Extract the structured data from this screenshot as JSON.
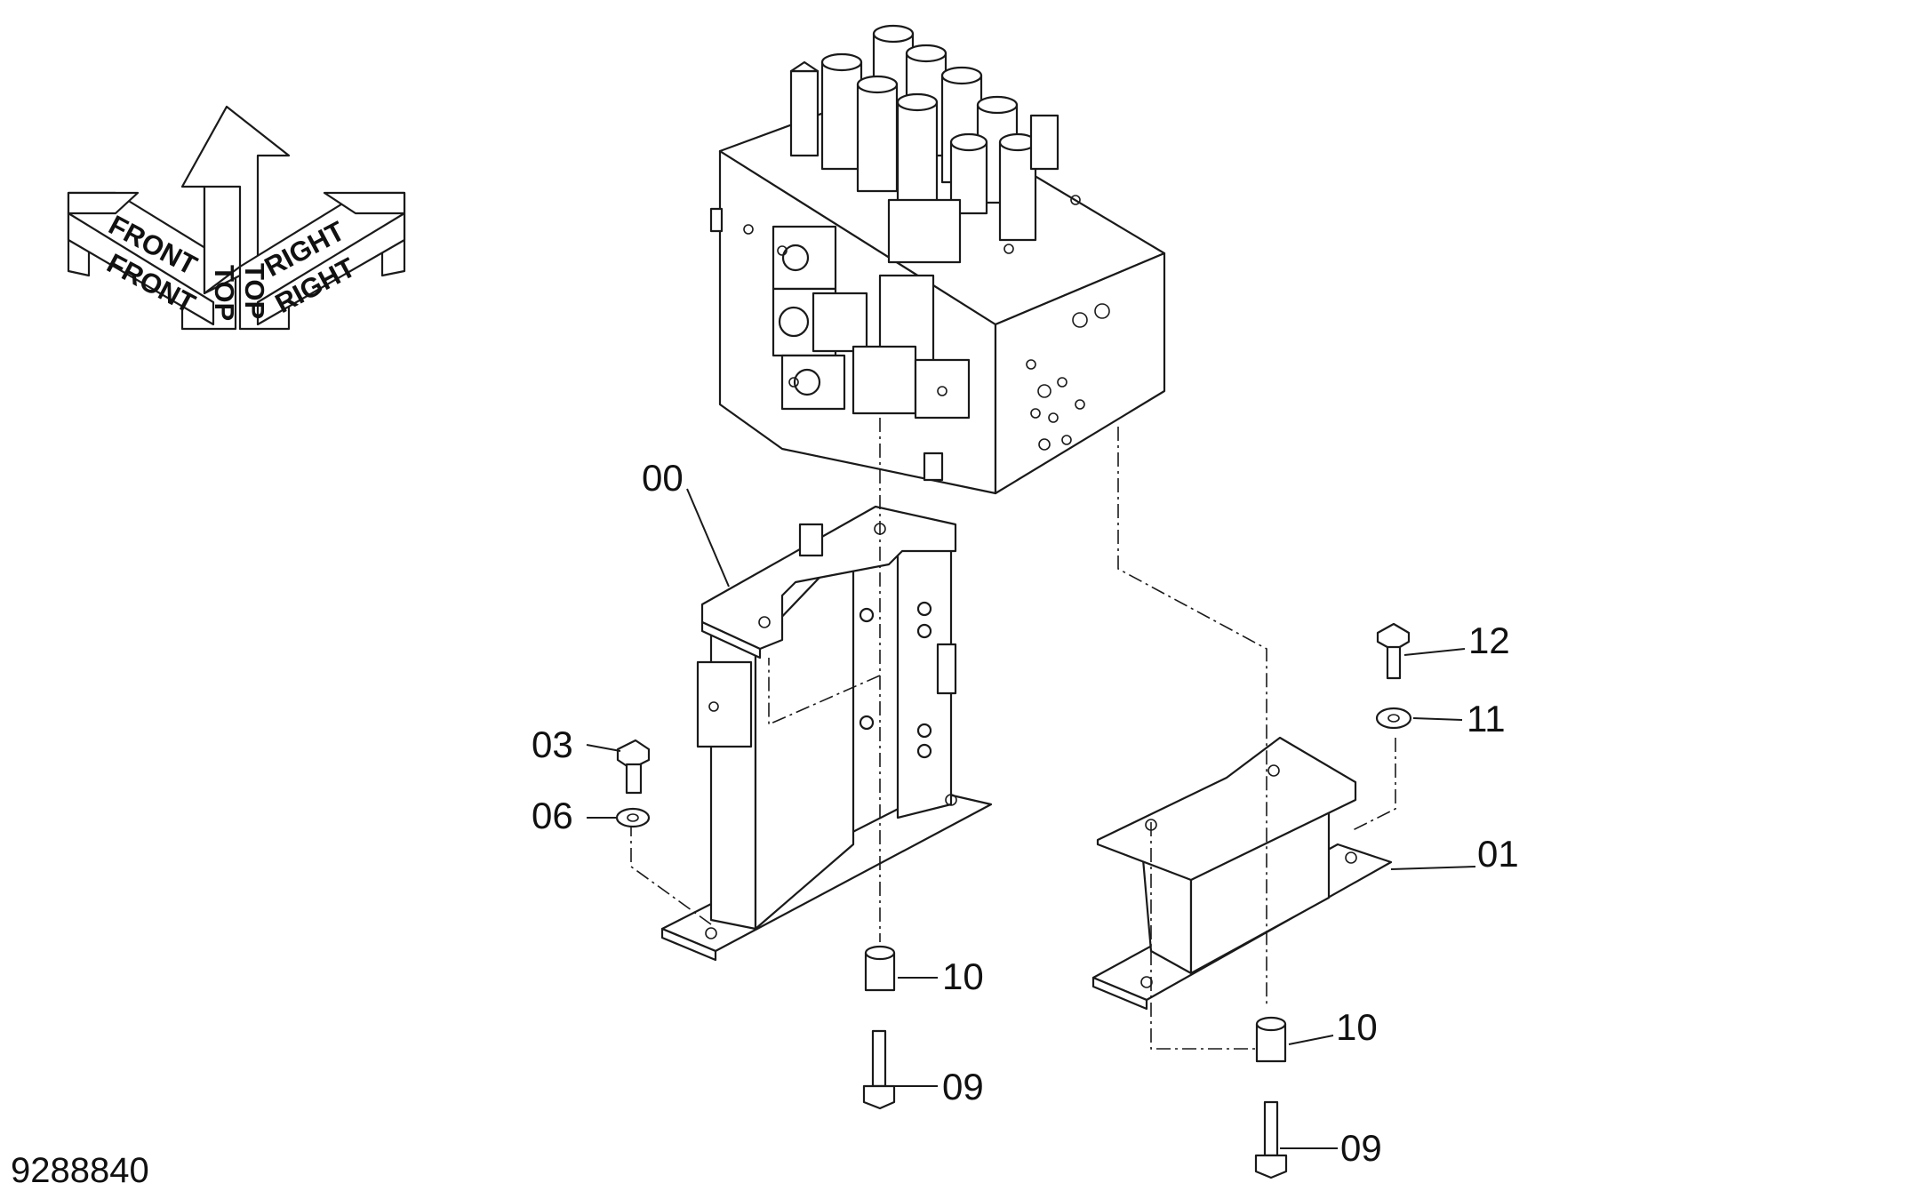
{
  "orientation_symbol": {
    "front_label": "FRONT",
    "top_label": "TOP",
    "right_label": "RIGHT"
  },
  "callouts": [
    {
      "id": "00",
      "label": "00"
    },
    {
      "id": "01",
      "label": "01"
    },
    {
      "id": "03",
      "label": "03"
    },
    {
      "id": "06",
      "label": "06"
    },
    {
      "id": "09a",
      "label": "09"
    },
    {
      "id": "09b",
      "label": "09"
    },
    {
      "id": "10a",
      "label": "10"
    },
    {
      "id": "10b",
      "label": "10"
    },
    {
      "id": "11",
      "label": "11"
    },
    {
      "id": "12",
      "label": "12"
    }
  ],
  "document_number": "9288840",
  "colors": {
    "line": "#1a1a1a",
    "background": "#ffffff"
  }
}
